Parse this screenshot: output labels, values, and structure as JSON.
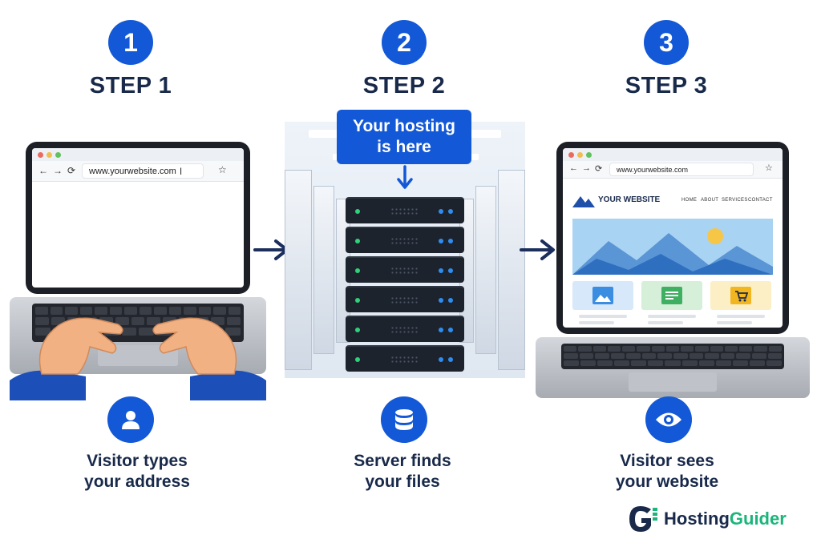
{
  "steps": [
    {
      "number": "1",
      "title": "STEP 1",
      "caption_line1": "Visitor types",
      "caption_line2": "your address"
    },
    {
      "number": "2",
      "title": "STEP 2",
      "caption_line1": "Server finds",
      "caption_line2": "your files"
    },
    {
      "number": "3",
      "title": "STEP 3",
      "caption_line1": "Visitor sees",
      "caption_line2": "your website"
    }
  ],
  "browser1": {
    "address": "www.yourwebsite.com"
  },
  "callout": {
    "line1": "Your hosting",
    "line2": "is here"
  },
  "browser3": {
    "address": "www.yourwebsite.com",
    "site_title": "YOUR WEBSITE",
    "nav": [
      "HOME",
      "ABOUT",
      "SERVICES",
      "CONTACT"
    ]
  },
  "brand": {
    "part1": "Hosting",
    "part2": "Guider"
  },
  "colors": {
    "accent": "#1358d6",
    "dark_text": "#18294a",
    "brand_green": "#1bb57b"
  },
  "icons": {
    "step1": "user-icon",
    "step2": "database-icon",
    "step3": "eye-icon"
  }
}
